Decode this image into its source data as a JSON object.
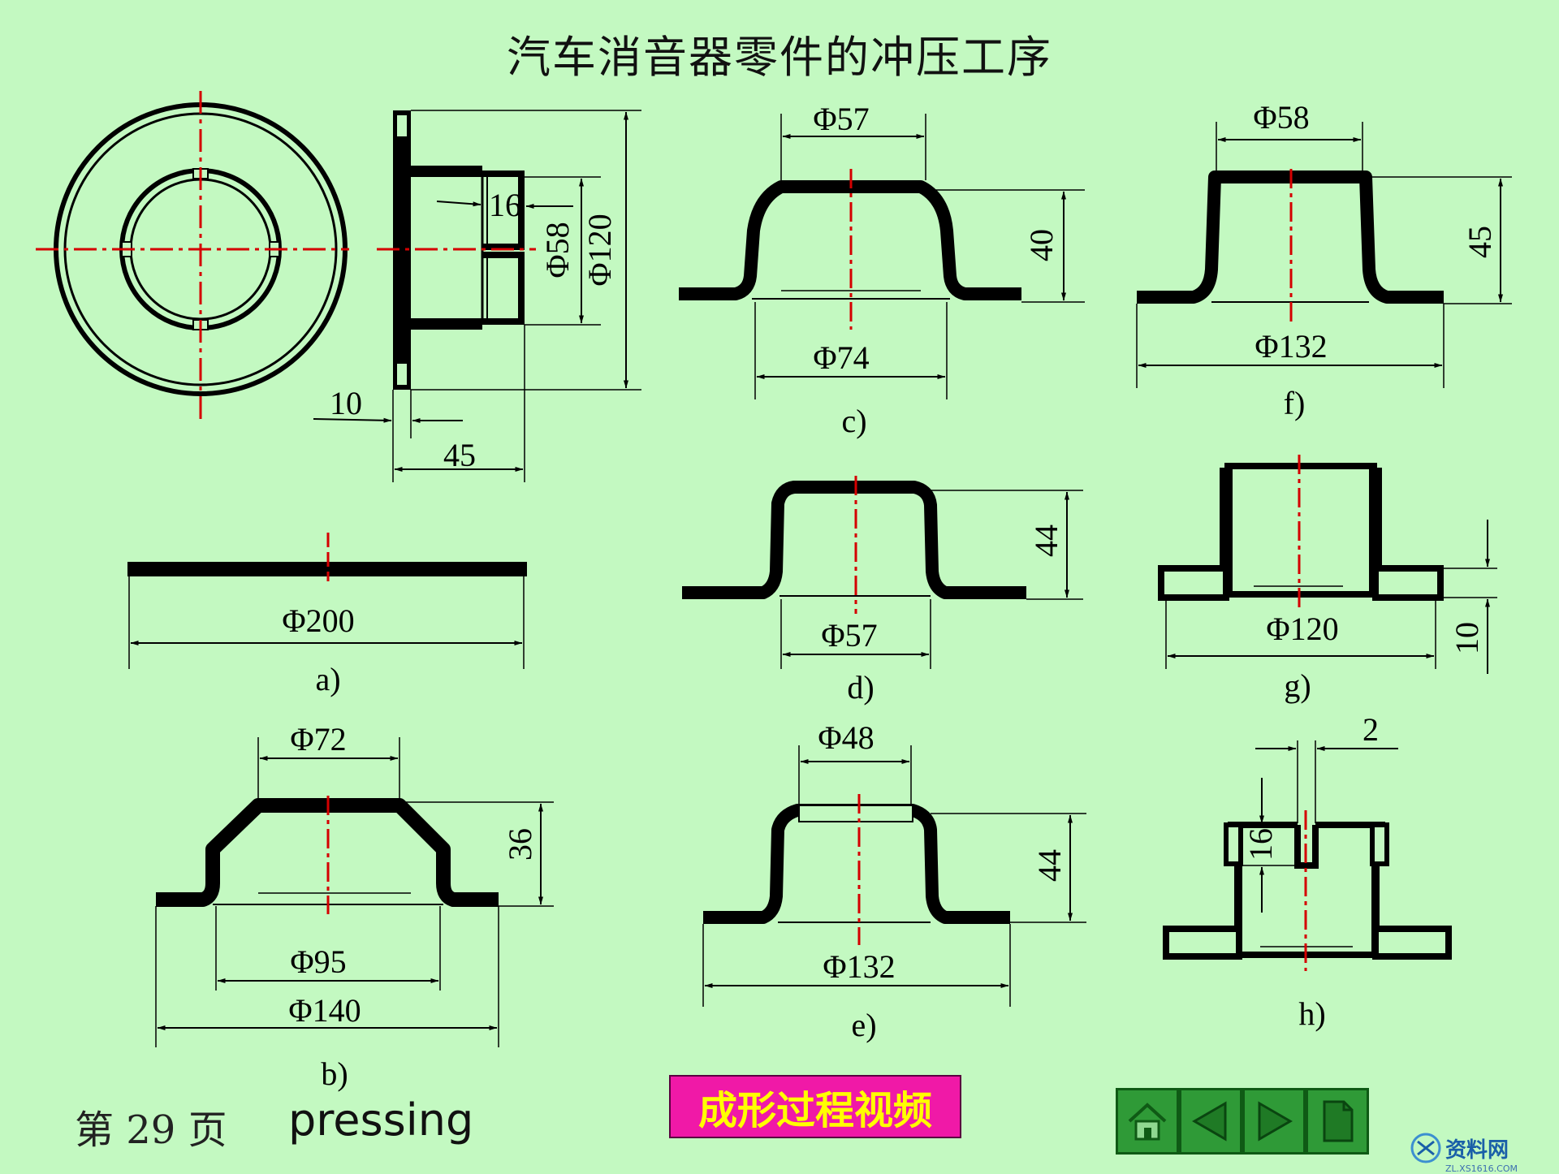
{
  "title": "汽车消音器零件的冲压工序",
  "dimensions": {
    "top": [
      "16",
      "Φ58",
      "Φ120",
      "10",
      "45"
    ],
    "a": [
      "Φ200"
    ],
    "b": [
      "Φ72",
      "36",
      "Φ95",
      "Φ140"
    ],
    "c": [
      "Φ57",
      "40",
      "Φ74"
    ],
    "d": [
      "44",
      "Φ57"
    ],
    "e": [
      "Φ48",
      "44",
      "Φ132"
    ],
    "f": [
      "Φ58",
      "45",
      "Φ132"
    ],
    "g": [
      "Φ120",
      "10"
    ],
    "h": [
      "2",
      "16"
    ]
  },
  "views": [
    "a)",
    "b)",
    "c)",
    "d)",
    "e)",
    "f)",
    "g)",
    "h)"
  ],
  "footer": {
    "page_label": "第 29 页",
    "subtitle": "pressing",
    "video_button": "成形过程视频",
    "watermark": "资料网",
    "watermark_url": "ZL.XS1616.COM"
  },
  "navigation": {
    "icons": [
      "home-icon",
      "prev-icon",
      "next-icon",
      "page-icon"
    ]
  },
  "colors": {
    "background": "#c3f9c1",
    "centerline": "#d40000",
    "video_button_bg": "#f019a7",
    "video_button_text": "#ffff00",
    "nav_button": "#2f9a37"
  }
}
